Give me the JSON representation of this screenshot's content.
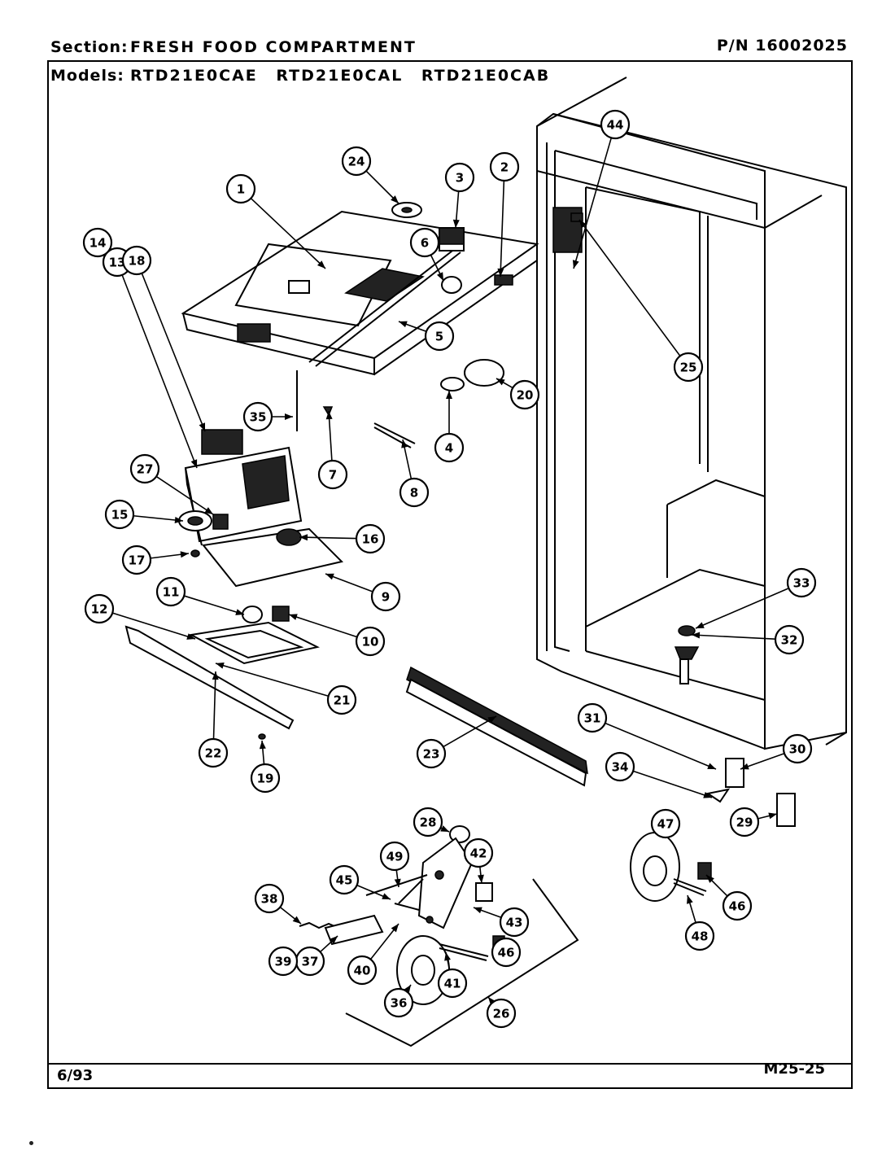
{
  "header": {
    "section_label": "Section:",
    "section_value": "FRESH FOOD COMPARTMENT",
    "part_number": "P/N 16002025",
    "models_label": "Models:",
    "models_value": "RTD21E0CAE  RTD21E0CAL  RTD21E0CAB"
  },
  "footer": {
    "date": "6/93",
    "code": "M25-25"
  },
  "callouts": [
    {
      "id": "c1",
      "label": "1"
    },
    {
      "id": "c2",
      "label": "2"
    },
    {
      "id": "c3",
      "label": "3"
    },
    {
      "id": "c4",
      "label": "4"
    },
    {
      "id": "c5",
      "label": "5"
    },
    {
      "id": "c6",
      "label": "6"
    },
    {
      "id": "c7",
      "label": "7"
    },
    {
      "id": "c8",
      "label": "8"
    },
    {
      "id": "c9",
      "label": "9"
    },
    {
      "id": "c10",
      "label": "10"
    },
    {
      "id": "c11",
      "label": "11"
    },
    {
      "id": "c12",
      "label": "12"
    },
    {
      "id": "c13",
      "label": "13"
    },
    {
      "id": "c14",
      "label": "14"
    },
    {
      "id": "c15",
      "label": "15"
    },
    {
      "id": "c16",
      "label": "16"
    },
    {
      "id": "c17",
      "label": "17"
    },
    {
      "id": "c18",
      "label": "18"
    },
    {
      "id": "c19",
      "label": "19"
    },
    {
      "id": "c20",
      "label": "20"
    },
    {
      "id": "c21",
      "label": "21"
    },
    {
      "id": "c22",
      "label": "22"
    },
    {
      "id": "c23",
      "label": "23"
    },
    {
      "id": "c24",
      "label": "24"
    },
    {
      "id": "c25",
      "label": "25"
    },
    {
      "id": "c26",
      "label": "26"
    },
    {
      "id": "c27",
      "label": "27"
    },
    {
      "id": "c28",
      "label": "28"
    },
    {
      "id": "c29",
      "label": "29"
    },
    {
      "id": "c30",
      "label": "30"
    },
    {
      "id": "c31",
      "label": "31"
    },
    {
      "id": "c32",
      "label": "32"
    },
    {
      "id": "c33",
      "label": "33"
    },
    {
      "id": "c34",
      "label": "34"
    },
    {
      "id": "c35",
      "label": "35"
    },
    {
      "id": "c36",
      "label": "36"
    },
    {
      "id": "c37",
      "label": "37"
    },
    {
      "id": "c38",
      "label": "38"
    },
    {
      "id": "c39",
      "label": "39"
    },
    {
      "id": "c40",
      "label": "40"
    },
    {
      "id": "c41",
      "label": "41"
    },
    {
      "id": "c42",
      "label": "42"
    },
    {
      "id": "c43",
      "label": "43"
    },
    {
      "id": "c44",
      "label": "44"
    },
    {
      "id": "c45",
      "label": "45"
    },
    {
      "id": "c46a",
      "label": "46"
    },
    {
      "id": "c46b",
      "label": "46"
    },
    {
      "id": "c47",
      "label": "47"
    },
    {
      "id": "c48",
      "label": "48"
    },
    {
      "id": "c49",
      "label": "49"
    }
  ]
}
